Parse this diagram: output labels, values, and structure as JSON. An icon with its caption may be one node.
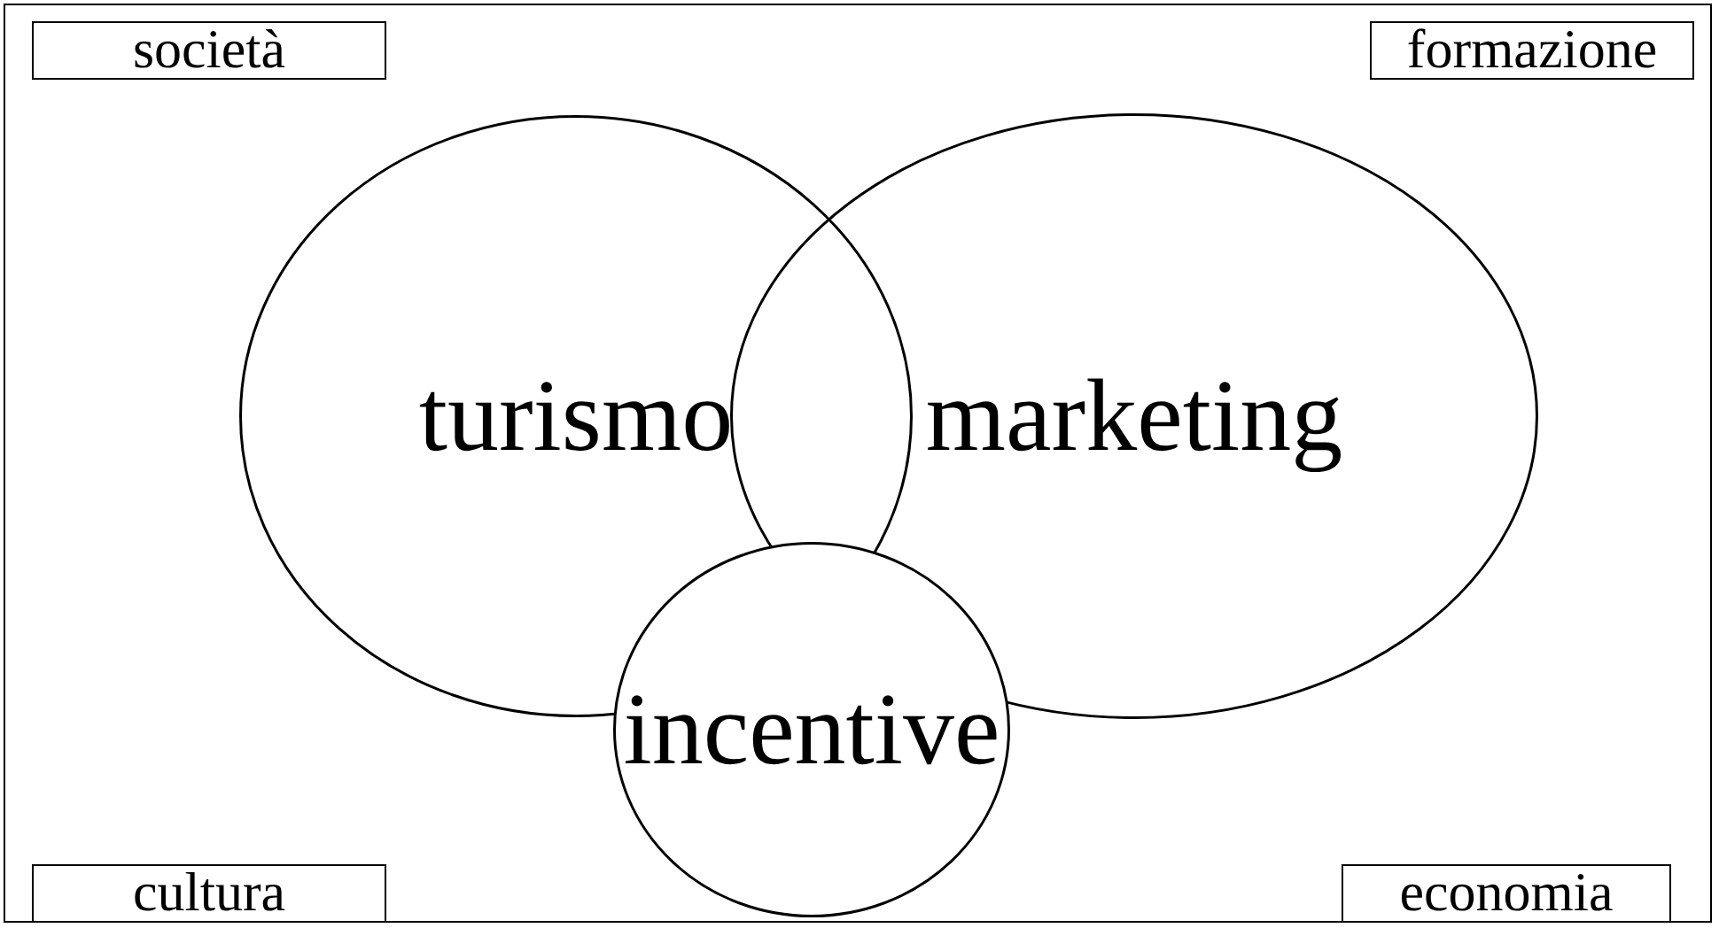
{
  "diagram": {
    "nodes": [
      {
        "text": [
          "società"
        ]
      },
      {
        "text": [
          "formazione"
        ]
      },
      {
        "text": [
          "turismo"
        ]
      },
      {
        "text": [
          "marketing"
        ]
      },
      {
        "text": [
          "incentive"
        ]
      },
      {
        "text": [
          "cultura"
        ]
      },
      {
        "text": [
          "economia"
        ]
      }
    ]
  }
}
